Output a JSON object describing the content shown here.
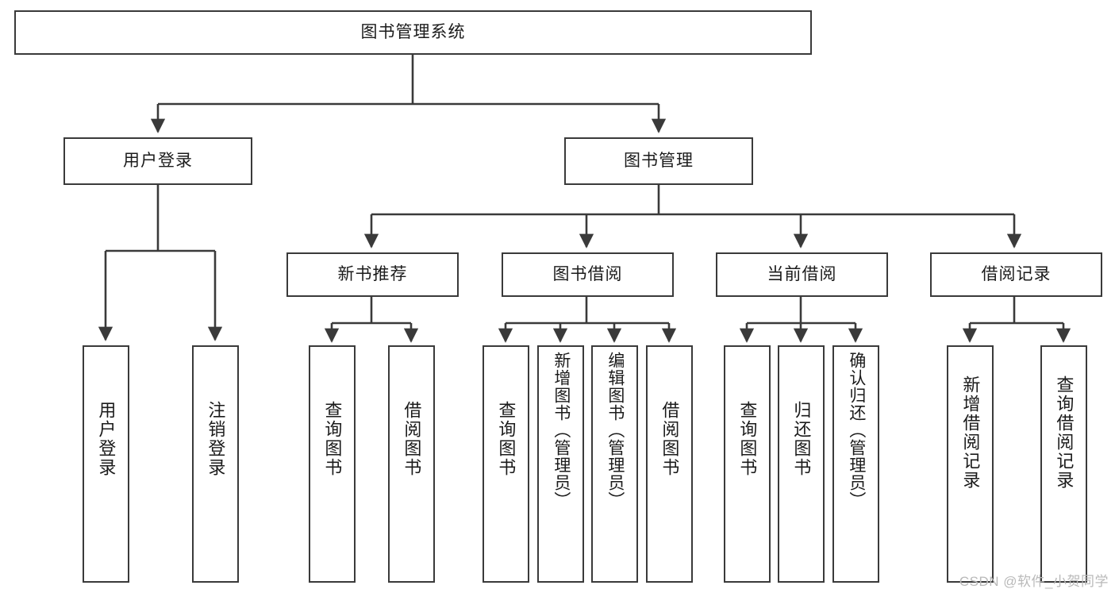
{
  "diagram": {
    "title": "图书管理系统",
    "type": "tree-hierarchy-diagram",
    "root": {
      "id": "root",
      "label": "图书管理系统"
    },
    "level2": [
      {
        "id": "user-login",
        "label": "用户登录"
      },
      {
        "id": "book-manage",
        "label": "图书管理"
      }
    ],
    "level3": [
      {
        "id": "new-book-recommend",
        "label": "新书推荐"
      },
      {
        "id": "book-borrow",
        "label": "图书借阅"
      },
      {
        "id": "current-borrow",
        "label": "当前借阅"
      },
      {
        "id": "borrow-record",
        "label": "借阅记录"
      }
    ],
    "leaves": {
      "user_login": [
        {
          "id": "leaf-user-login",
          "label": "用户登录"
        },
        {
          "id": "leaf-logout-login",
          "label": "注销登录"
        }
      ],
      "new_book_recommend": [
        {
          "id": "leaf-query-book-1",
          "label": "查询图书"
        },
        {
          "id": "leaf-borrow-book-1",
          "label": "借阅图书"
        }
      ],
      "book_borrow": [
        {
          "id": "leaf-query-book-2",
          "label": "查询图书"
        },
        {
          "id": "leaf-add-book",
          "label": "新增图书（管理员）"
        },
        {
          "id": "leaf-edit-book",
          "label": "编辑图书（管理员）"
        },
        {
          "id": "leaf-borrow-book-2",
          "label": "借阅图书"
        }
      ],
      "current_borrow": [
        {
          "id": "leaf-query-book-3",
          "label": "查询图书"
        },
        {
          "id": "leaf-return-book",
          "label": "归还图书"
        },
        {
          "id": "leaf-confirm-return",
          "label": "确认归还（管理员）"
        }
      ],
      "borrow_record": [
        {
          "id": "leaf-add-record",
          "label": "新增借阅记录"
        },
        {
          "id": "leaf-query-record",
          "label": "查询借阅记录"
        }
      ]
    },
    "colors": {
      "stroke": "#3a3a3a",
      "fill": "#ffffff",
      "text": "#1b1b1b",
      "watermark": "#b9b9b9"
    }
  },
  "watermark": {
    "text": "CSDN @软件_小贺同学"
  }
}
